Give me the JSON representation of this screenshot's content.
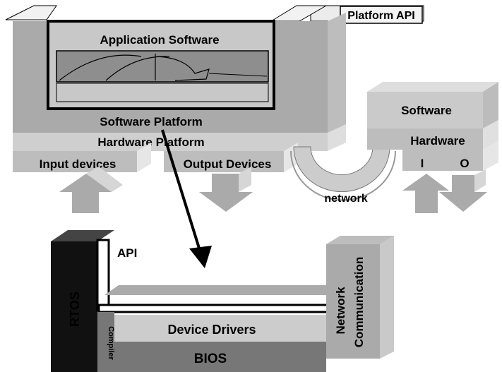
{
  "top_system": {
    "platform_api_label": "Platform API",
    "application_label": "Application Software",
    "software_platform_label": "Software Platform",
    "hardware_platform_label": "Hardware Platform",
    "input_devices_label": "Input devices",
    "output_devices_label": "Output Devices"
  },
  "network_label": "network",
  "remote_node": {
    "software_label": "Software",
    "hardware_label": "Hardware",
    "input_label": "I",
    "output_label": "O"
  },
  "platform_detail": {
    "rtos_label": "RTOS",
    "api_label": "API",
    "compiler_label": "Compiler",
    "device_drivers_label": "Device Drivers",
    "bios_label": "BIOS",
    "network_label_line1": "Network",
    "network_label_line2": "Communication"
  },
  "colors": {
    "light_gray": "#c9c9c9",
    "mid_gray": "#a9a9a9",
    "dark_gray": "#8c8c8c",
    "rtos_black": "#111111",
    "bios_gray": "#777777"
  }
}
